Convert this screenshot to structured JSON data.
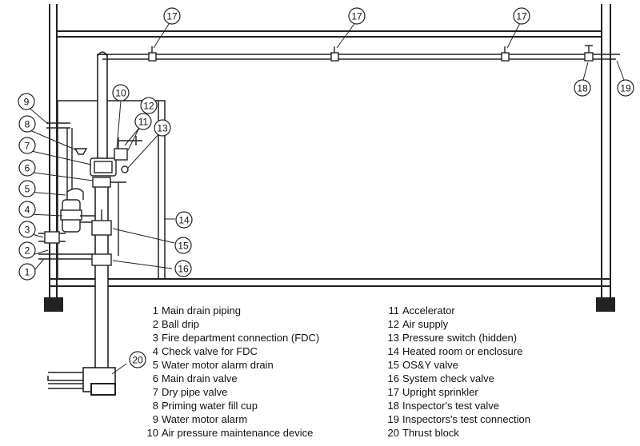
{
  "callouts": [
    {
      "id": "17a",
      "label": "17"
    },
    {
      "id": "17b",
      "label": "17"
    },
    {
      "id": "17c",
      "label": "17"
    },
    {
      "id": "18",
      "label": "18"
    },
    {
      "id": "19",
      "label": "19"
    },
    {
      "id": "10",
      "label": "10"
    },
    {
      "id": "12",
      "label": "12"
    },
    {
      "id": "11",
      "label": "11"
    },
    {
      "id": "13",
      "label": "13"
    },
    {
      "id": "9",
      "label": "9"
    },
    {
      "id": "8",
      "label": "8"
    },
    {
      "id": "7",
      "label": "7"
    },
    {
      "id": "6",
      "label": "6"
    },
    {
      "id": "5",
      "label": "5"
    },
    {
      "id": "4",
      "label": "4"
    },
    {
      "id": "3",
      "label": "3"
    },
    {
      "id": "2",
      "label": "2"
    },
    {
      "id": "1",
      "label": "1"
    },
    {
      "id": "14",
      "label": "14"
    },
    {
      "id": "15",
      "label": "15"
    },
    {
      "id": "16",
      "label": "16"
    },
    {
      "id": "20",
      "label": "20"
    }
  ],
  "legend": {
    "left": [
      "1 Main drain piping",
      "2 Ball drip",
      "3 Fire department connection (FDC)",
      "4 Check valve for FDC",
      "5 Water motor alarm drain",
      "6 Main drain valve",
      "7 Dry pipe valve",
      "8 Priming water fill cup",
      "9 Water motor alarm",
      "10 Air pressure maintenance device"
    ],
    "right": [
      "11 Accelerator",
      "12 Air supply",
      "13 Pressure switch (hidden)",
      "14 Heated room or enclosure",
      "15 OS&Y valve",
      "16 System check valve",
      "17 Upright sprinkler",
      "18 Inspector's test valve",
      "19 Inspectors's test connection",
      "20 Thrust block"
    ]
  }
}
